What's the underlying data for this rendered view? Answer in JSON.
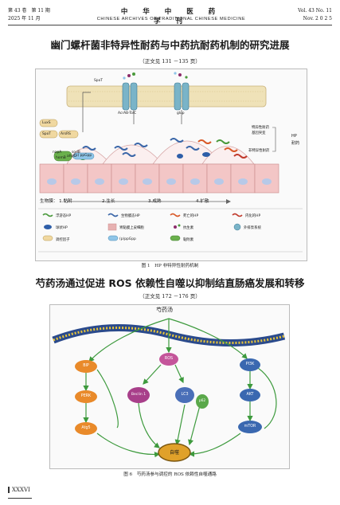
{
  "header": {
    "issue_cn": "第 43 卷　第 11 期",
    "date_cn": "2025 年 11 月",
    "journal_cn": "中 华 中 医 药 学 刊",
    "journal_en": "CHINESE ARCHIVES OF TRADITIONAL CHINESE MEDICINE",
    "vol_en": "Vol. 43 No. 11",
    "date_en": "Nov. 2 0 2 5"
  },
  "article1": {
    "title": "幽门螺杆菌非特异性耐药与中药抗耐药机制的研究进展",
    "ref": "（正文见 131 －135 页）",
    "figure": {
      "labels": {
        "spot": "SpoT",
        "acrab": "AcrAB-TolC",
        "glup": "glup",
        "luxs": "LuxS",
        "spot2": "SpoT",
        "arsrs": "ArsRS",
        "napa": "napA",
        "sodb": "sodB",
        "ahpc": "ahpC",
        "homb": "homB",
        "ppgpp": "(p) ppGpp",
        "mut1": "特异性耐药",
        "mut2": "基因突变",
        "nonspec": "非特异性耐药",
        "hp_res_1": "HP",
        "hp_res_2": "耐药"
      },
      "stages": {
        "prefix": "生物膜：",
        "s1": "1.黏附",
        "s2": "2.生长",
        "s3": "3.成熟",
        "s4": "4.扩散"
      },
      "legend": [
        {
          "label": "浮游态HP",
          "color": "#4a9a3c"
        },
        {
          "label": "生物膜态HP",
          "color": "#3a66a8"
        },
        {
          "label": "死亡的HP",
          "color": "#d95a2a"
        },
        {
          "label": "内化的HP",
          "color": "#c0392b"
        },
        {
          "label": "球状HP",
          "color": "#2e5ea8"
        },
        {
          "label": "胃黏膜上皮细胞",
          "color": "#e7b1b1"
        },
        {
          "label": "抗生素",
          "color": "#8c2c6a"
        },
        {
          "label": "外排泵系统",
          "color": "#7ab4c8"
        },
        {
          "label": "调控因子",
          "color": "#f0d8a0"
        },
        {
          "label": "(p)ppGpp",
          "color": "#8ec5e8"
        },
        {
          "label": "黏附素",
          "color": "#6ab04c"
        }
      ],
      "caption": "图 1　HP 非特异性耐药机制"
    }
  },
  "article2": {
    "title": "芍药汤通过促进 ROS 依赖性自噬以抑制结直肠癌发展和转移",
    "ref": "（正文见 172 －176 页）",
    "figure": {
      "top_label": "芍药汤",
      "nodes": {
        "bip": "BIP",
        "ros": "ROS",
        "pi3k": "PI3K",
        "perk": "PERK",
        "beclin": "Beclin 1",
        "lc3": "LC3",
        "p62": "p62",
        "akt": "AKT",
        "atg5": "Atg5",
        "mtor": "mTOR",
        "autophagy": "自噬"
      },
      "caption": "图 6　芍药汤参与调控的 ROS 依赖性自噬通路"
    }
  },
  "footer": {
    "page": "XXXVI"
  }
}
